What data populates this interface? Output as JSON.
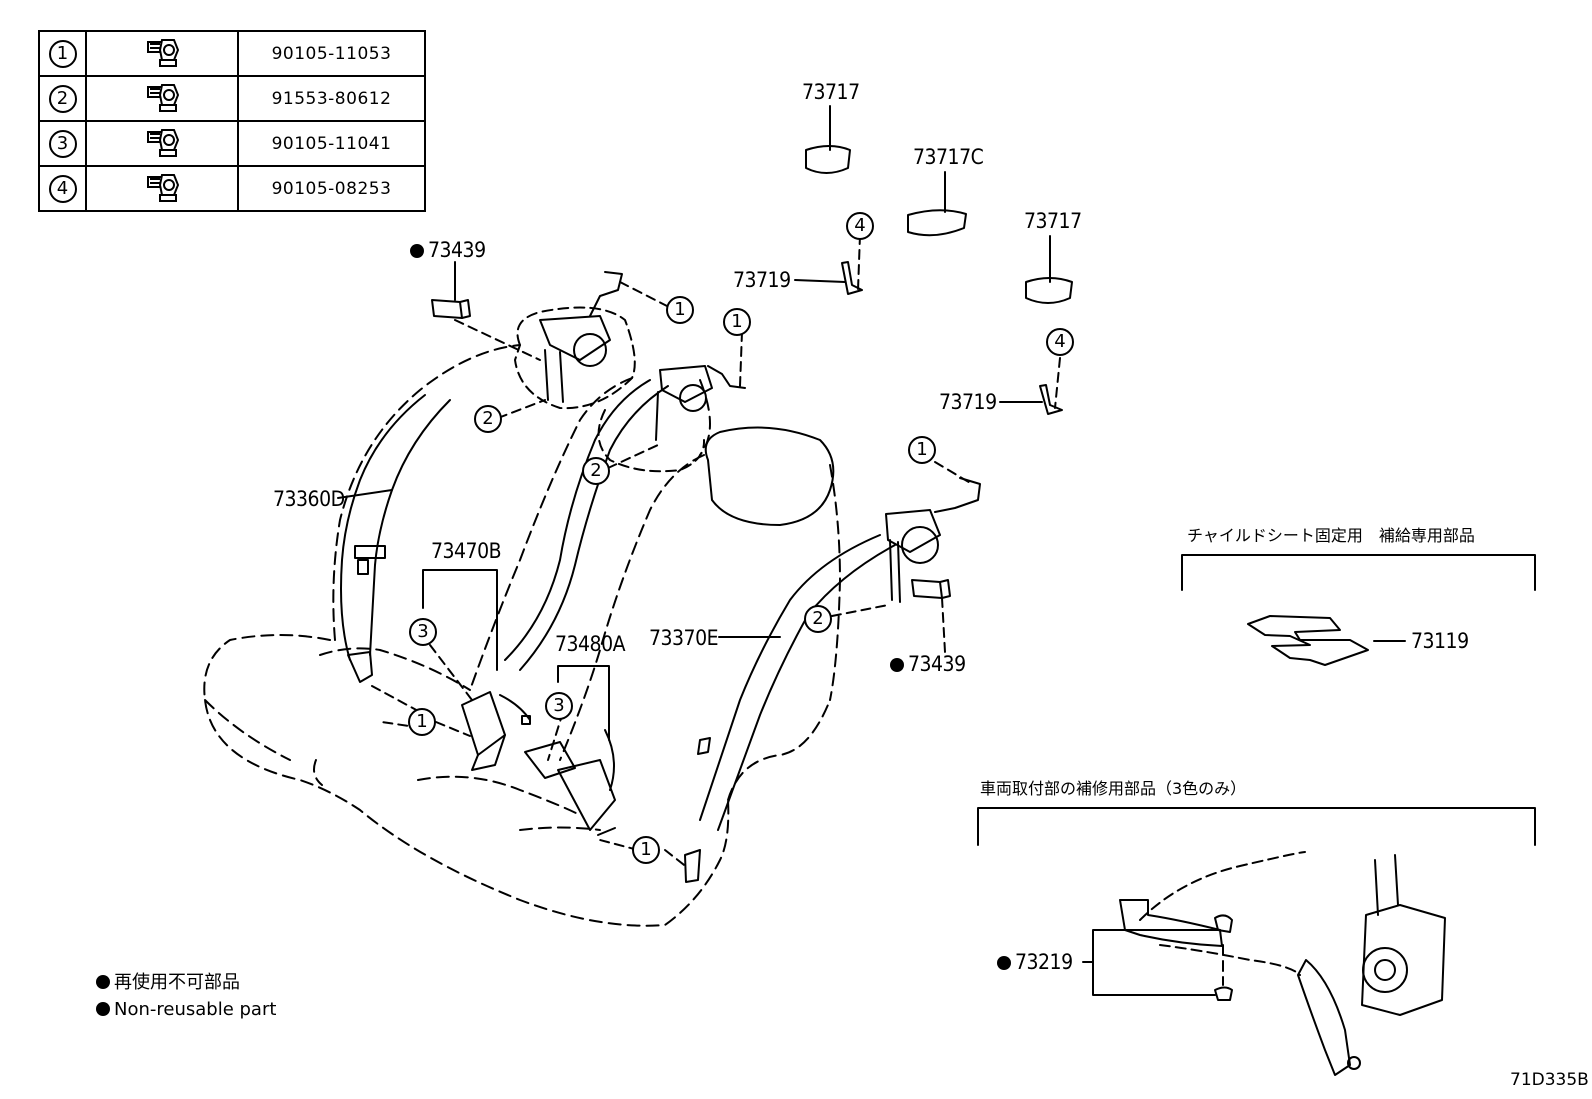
{
  "bolt_table": [
    {
      "index": "1",
      "part_number": "90105-11053"
    },
    {
      "index": "2",
      "part_number": "91553-80612"
    },
    {
      "index": "3",
      "part_number": "90105-11041"
    },
    {
      "index": "4",
      "part_number": "90105-08253"
    }
  ],
  "parts": {
    "p73439_top": "73439",
    "p73439_right": "73439",
    "p73360D": "73360D",
    "p73470B": "73470B",
    "p73480A": "73480A",
    "p73370E": "73370E",
    "p73717_a": "73717",
    "p73717C": "73717C",
    "p73717_b": "73717",
    "p73719_a": "73719",
    "p73719_b": "73719",
    "p73119": "73119",
    "p73219": "73219"
  },
  "callouts": {
    "c1": "1",
    "c2": "2",
    "c3": "3",
    "c4": "4"
  },
  "sections": {
    "child_seat_title": "チャイルドシート固定用　補給専用部品",
    "repair_title": "車両取付部の補修用部品（3色のみ）"
  },
  "legend": {
    "jp": "再使用不可部品",
    "en": "Non-reusable part"
  },
  "diagram_code": "71D335B"
}
